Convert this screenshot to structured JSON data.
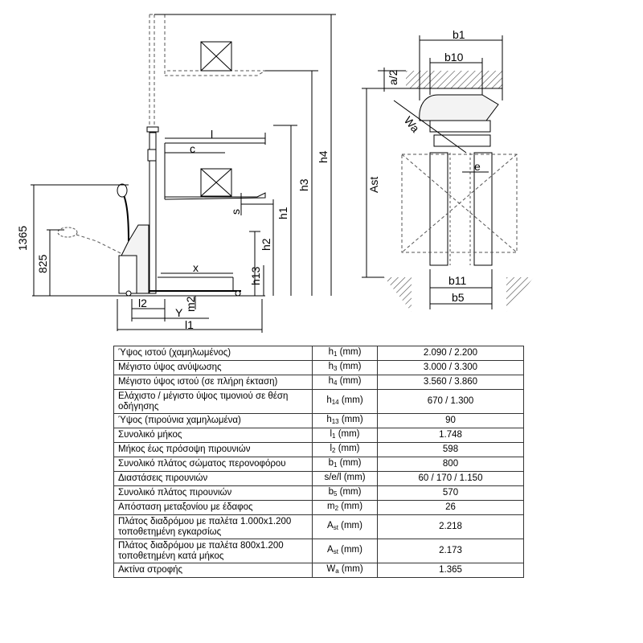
{
  "side_view": {
    "dim_1365": "1365",
    "dim_825": "825",
    "dim_c": "c",
    "dim_l": "l",
    "dim_s": "s",
    "dim_h1": "h1",
    "dim_h2": "h2",
    "dim_h3": "h3",
    "dim_h4": "h4",
    "dim_h13": "h13",
    "dim_x": "x",
    "dim_l2": "l2",
    "dim_y": "Y",
    "dim_m2": "m2",
    "dim_l1": "l1"
  },
  "top_view": {
    "dim_b1": "b1",
    "dim_b10": "b10",
    "dim_a2": "a/2",
    "dim_wa": "Wa",
    "dim_ast": "Ast",
    "dim_e": "e",
    "dim_b11": "b11",
    "dim_b5": "b5"
  },
  "specs": [
    {
      "label": "Ύψος ιστού (χαμηλωμένος)",
      "sym": "h",
      "sub": "1",
      "unit": " (mm)",
      "value": "2.090 / 2.200"
    },
    {
      "label": "Μέγιστο ύψος ανύψωσης",
      "sym": "h",
      "sub": "3",
      "unit": " (mm)",
      "value": "3.000 / 3.300"
    },
    {
      "label": "Μέγιστο ύψος ιστού (σε πλήρη έκταση)",
      "sym": "h",
      "sub": "4",
      "unit": " (mm)",
      "value": "3.560 / 3.860"
    },
    {
      "label": "Ελάχιστο / μέγιστο ύψος τιμονιού σε θέση οδήγησης",
      "sym": "h",
      "sub": "14",
      "unit": " (mm)",
      "value": "670 / 1.300"
    },
    {
      "label": "Ύψος (πιρούνια χαμηλωμένα)",
      "sym": "h",
      "sub": "13",
      "unit": " (mm)",
      "value": "90"
    },
    {
      "label": "Συνολικό μήκος",
      "sym": "l",
      "sub": "1",
      "unit": " (mm)",
      "value": "1.748"
    },
    {
      "label": "Μήκος έως πρόσοψη πιρουνιών",
      "sym": "l",
      "sub": "2",
      "unit": " (mm)",
      "value": "598"
    },
    {
      "label": "Συνολικό πλάτος σώματος περονοφόρου",
      "sym": "b",
      "sub": "1",
      "unit": " (mm)",
      "value": "800"
    },
    {
      "label": "Διαστάσεις πιρουνιών",
      "sym": "s/e/l",
      "sub": "",
      "unit": " (mm)",
      "value": "60 / 170 / 1.150"
    },
    {
      "label": "Συνολικό πλάτος πιρουνιών",
      "sym": "b",
      "sub": "5",
      "unit": " (mm)",
      "value": "570"
    },
    {
      "label": "Απόσταση μεταξονίου με έδαφος",
      "sym": "m",
      "sub": "2",
      "unit": " (mm)",
      "value": "26"
    },
    {
      "label": "Πλάτος διαδρόμου με παλέτα 1.000x1.200 τοποθετημένη εγκαρσίως",
      "sym": "A",
      "sub": "st",
      "unit": " (mm)",
      "value": "2.218"
    },
    {
      "label": "Πλάτος διαδρόμου με παλέτα 800x1.200 τοποθετημένη κατά μήκος",
      "sym": "A",
      "sub": "st",
      "unit": " (mm)",
      "value": "2.173"
    },
    {
      "label": "Ακτίνα στροφής",
      "sym": "W",
      "sub": "a",
      "unit": " (mm)",
      "value": "1.365"
    }
  ]
}
